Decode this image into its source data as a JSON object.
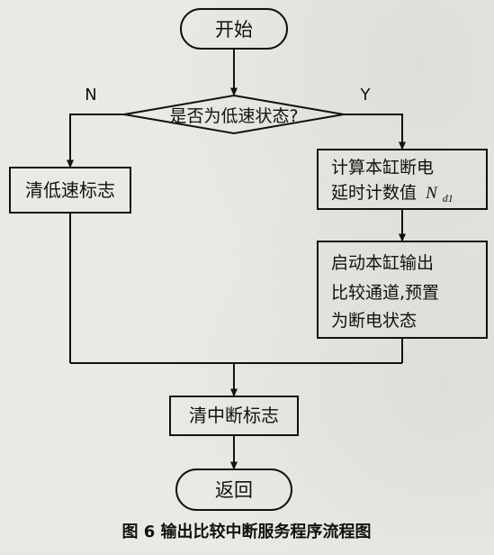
{
  "flowchart": {
    "start": "开始",
    "decision": "是否为低速状态?",
    "branch_no": "N",
    "branch_yes": "Y",
    "clear_low_speed": "清低速标志",
    "calc_line1": "计算本缸断电",
    "calc_line2": "延时计数值",
    "calc_var_main": "N",
    "calc_var_sub": "d1",
    "start_compare_line1": "启动本缸输出",
    "start_compare_line2": "比较通道,预置",
    "start_compare_line3": "为断电状态",
    "clear_interrupt": "清中断标志",
    "return": "返回"
  },
  "caption": "图 6  输出比较中断服务程序流程图"
}
